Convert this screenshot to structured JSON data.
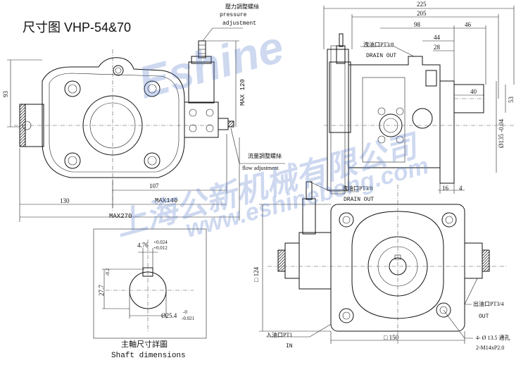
{
  "title": "尺寸图 VHP-54&70",
  "callouts": {
    "pressure_cn": "壓力調整螺絲",
    "pressure_en_1": "pressure",
    "pressure_en_2": "adjustment",
    "flow_cn": "流量調整螺絲",
    "flow_en": "flow adjustment",
    "drain_cn_1": "洩油口PT3/8",
    "drain_en_1": "DRAIN OUT",
    "drain_cn_2": "洩油口PT3/8",
    "drain_en_2": "DRAIN OUT",
    "out_cn": "出油口PT3/4",
    "out_en": "OUT",
    "in_cn": "入油口PT1",
    "in_en": "IN",
    "holes": "4- Ø 13.5 通孔",
    "threads": "2-M14xP2.0"
  },
  "dimensions": {
    "d93": "93",
    "d107": "107",
    "d130": "130",
    "max140": "MAX140",
    "max270": "MAX270",
    "max120": "MAX 120",
    "d225": "225",
    "d205": "205",
    "d98": "98",
    "d46": "46",
    "d44": "44",
    "d28": "28",
    "d40": "40",
    "d53": "53",
    "d135": "Ø135 -0.04",
    "d16": "16",
    "d4": "4",
    "d124": "□ 124",
    "d150": "□ 150"
  },
  "shaft": {
    "width": "4.76",
    "width_tol_upper": "+0.024",
    "width_tol_lower": "+0.012",
    "height": "27.7",
    "height_tol": "-0.2",
    "diameter": "Ø25.4",
    "dia_tol_upper": "-0",
    "dia_tol_lower": "-0.021",
    "caption_cn": "主軸尺寸詳圖",
    "caption_en": "Shaft dimensions"
  },
  "watermark": {
    "brand": "Eshine",
    "company_cn": "上海公新机械有限公司",
    "url": "www.eshinebeng.com"
  },
  "colors": {
    "watermark": "#5078c8",
    "line": "#111111"
  }
}
